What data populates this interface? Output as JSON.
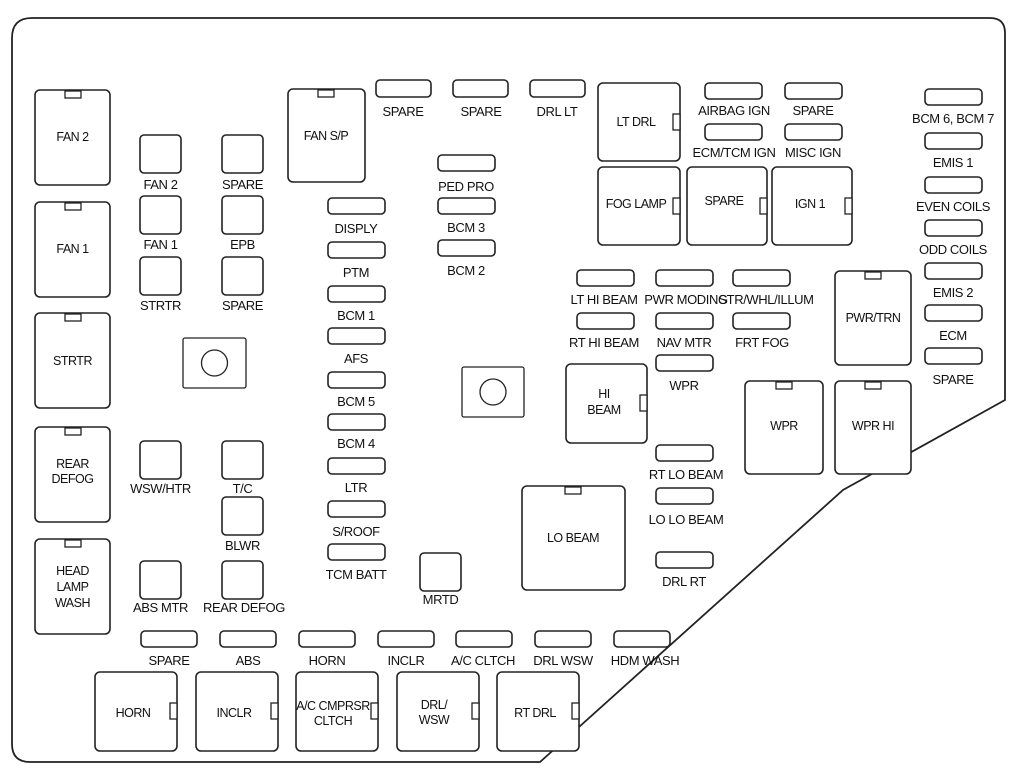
{
  "relays": {
    "fan2": "FAN 2",
    "fan1": "FAN 1",
    "strtr": "STRTR",
    "rear_defog": [
      "REAR",
      "DEFOG"
    ],
    "head_lamp_wash": [
      "HEAD",
      "LAMP",
      "WASH"
    ],
    "fan_sp": "FAN S/P",
    "lt_drl": "LT DRL",
    "fog_lamp": "FOG LAMP",
    "spare": "SPARE",
    "ign1": "IGN 1",
    "pwr_trn": "PWR/TRN",
    "hi_beam": [
      "HI",
      "BEAM"
    ],
    "wpr": "WPR",
    "wpr_hi": "WPR HI",
    "lo_beam": "LO BEAM",
    "horn": "HORN",
    "inclr": "INCLR",
    "ac_cmprsr": [
      "A/C CMPRSR",
      "CLTCH"
    ],
    "drl_wsw": [
      "DRL/",
      "WSW"
    ],
    "rt_drl": "RT DRL"
  },
  "small_relays": {
    "fan2": "FAN 2",
    "spare_top": "SPARE",
    "fan1": "FAN 1",
    "epb": "EPB",
    "strtr": "STRTR",
    "spare_mid": "SPARE",
    "wsw_htr": "WSW/HTR",
    "tc": "T/C",
    "blwr": "BLWR",
    "abs_mtr": "ABS MTR",
    "rear_defog": "REAR DEFOG",
    "mrtd": "MRTD"
  },
  "fuses": {
    "top_spare1": "SPARE",
    "top_spare2": "SPARE",
    "drl_lt": "DRL LT",
    "airbag_ign": "AIRBAG IGN",
    "spare_r": "SPARE",
    "ecm_tcm_ign": "ECM/TCM IGN",
    "misc_ign": "MISC IGN",
    "ped_pro": "PED PRO",
    "bcm3": "BCM 3",
    "bcm2": "BCM 2",
    "disply": "DISPLY",
    "ptm": "PTM",
    "bcm1": "BCM 1",
    "afs": "AFS",
    "bcm5": "BCM 5",
    "bcm4": "BCM 4",
    "ltr": "LTR",
    "sroof": "S/ROOF",
    "tcm_batt": "TCM BATT",
    "lt_hi_beam": "LT HI BEAM",
    "pwr_moding": "PWR MODING",
    "str_whl_illum": "STR/WHL/ILLUM",
    "rt_hi_beam": "RT HI BEAM",
    "nav_mtr": "NAV MTR",
    "frt_fog": "FRT FOG",
    "wpr": "WPR",
    "rt_lo_beam": "RT LO BEAM",
    "lo_lo_beam": "LO LO BEAM",
    "drl_rt": "DRL RT",
    "bcm67": "BCM 6, BCM 7",
    "emis1": "EMIS 1",
    "even_coils": "EVEN COILS",
    "odd_coils": "ODD COILS",
    "emis2": "EMIS 2",
    "ecm": "ECM",
    "spare_far": "SPARE",
    "b_spare": "SPARE",
    "b_abs": "ABS",
    "b_horn": "HORN",
    "b_inclr": "INCLR",
    "b_ac_cltch": "A/C CLTCH",
    "b_drl_wsw": "DRL WSW",
    "b_hdm_wash": "HDM WASH"
  }
}
